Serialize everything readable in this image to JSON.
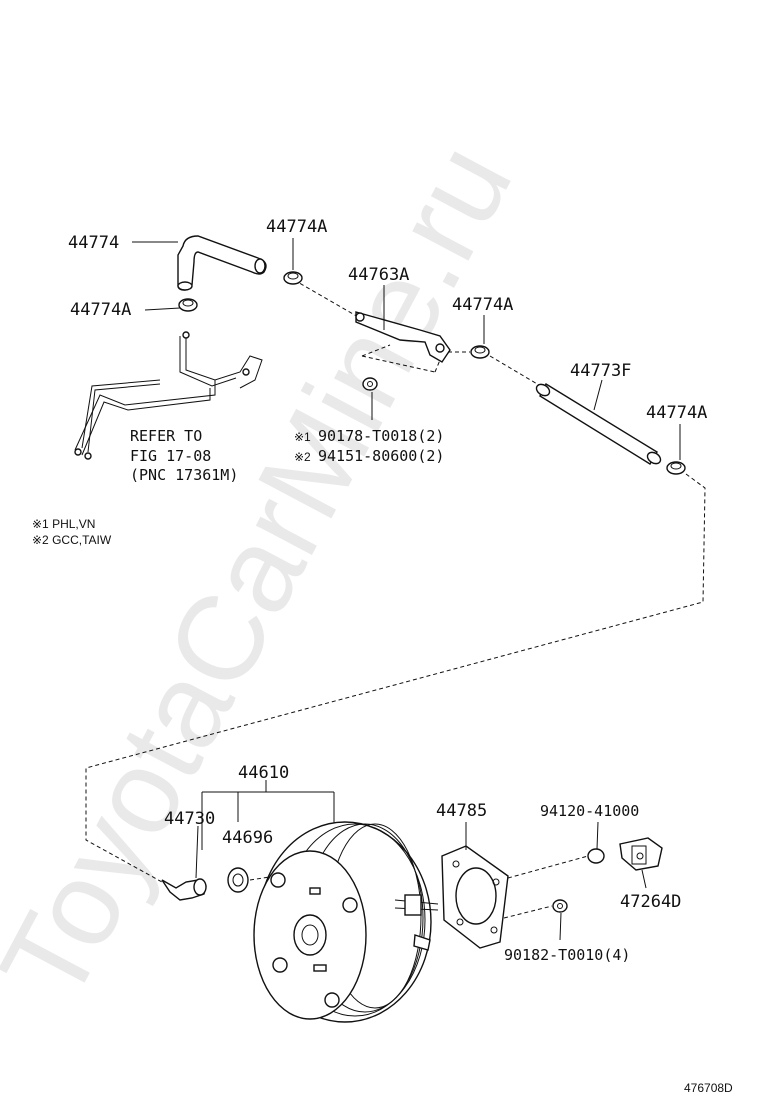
{
  "watermark": "ToyotaCarMine.ru",
  "figure_number": "476708D",
  "labels": {
    "p44774": "44774",
    "p44774A_top": "44774A",
    "p44774A_left": "44774A",
    "p44763A": "44763A",
    "p44774A_mid": "44774A",
    "p44773F": "44773F",
    "p44774A_right": "44774A",
    "p90178": "90178-T0018(2)",
    "p94151": "94151-80600(2)",
    "p44610": "44610",
    "p44730": "44730",
    "p44696": "44696",
    "p44785": "44785",
    "p94120": "94120-41000",
    "p47264D": "47264D",
    "p90182": "90182-T0010(4)"
  },
  "markers": {
    "m1": "※1",
    "m2": "※2"
  },
  "refer": {
    "line1": "REFER TO",
    "line2": "FIG 17-08",
    "line3": "(PNC 17361M)"
  },
  "notes": {
    "n1": "※1 PHL,VN",
    "n2": "※2 GCC,TAIW"
  }
}
